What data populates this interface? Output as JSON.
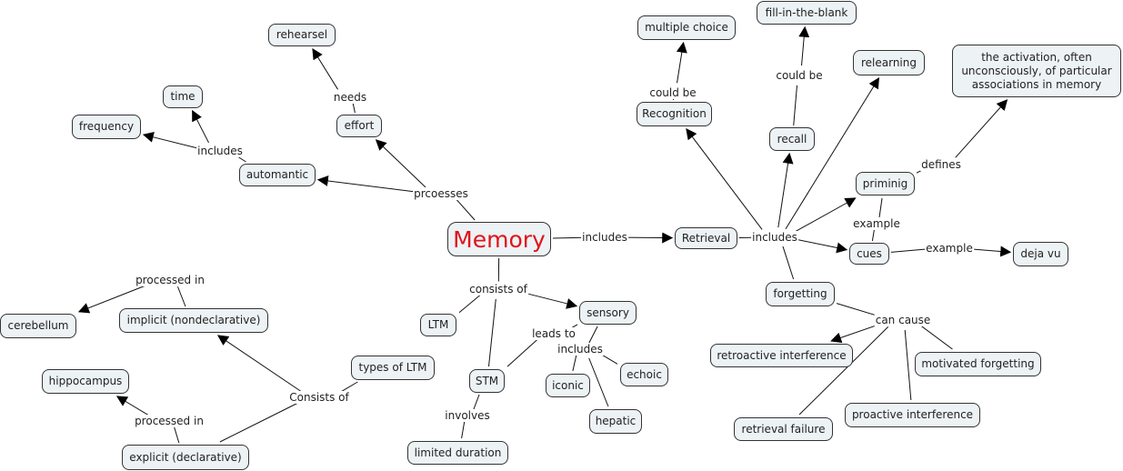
{
  "title": "Memory concept map",
  "colors": {
    "root_text": "#e0141a",
    "node_fill": "#edf2f5",
    "stroke": "#222222"
  },
  "nodes": [
    {
      "id": "memory",
      "label": "Memory",
      "root": true
    },
    {
      "id": "retrieval",
      "label": "Retrieval"
    },
    {
      "id": "automantic",
      "label": "automantic"
    },
    {
      "id": "effort",
      "label": "effort"
    },
    {
      "id": "rehearsel",
      "label": "rehearsel"
    },
    {
      "id": "time",
      "label": "time"
    },
    {
      "id": "frequency",
      "label": "frequency"
    },
    {
      "id": "multiple_choice",
      "label": "multiple choice"
    },
    {
      "id": "recognition",
      "label": "Recognition"
    },
    {
      "id": "fill_blank",
      "label": "fill-in-the-blank"
    },
    {
      "id": "recall",
      "label": "recall"
    },
    {
      "id": "relearning",
      "label": "relearning"
    },
    {
      "id": "activation",
      "label": "the activation, often unconsciously, of particular associations in memory"
    },
    {
      "id": "priminig",
      "label": "priminig"
    },
    {
      "id": "cues",
      "label": "cues"
    },
    {
      "id": "deja_vu",
      "label": "deja vu"
    },
    {
      "id": "forgetting",
      "label": "forgetting"
    },
    {
      "id": "retroactive",
      "label": "retroactive interference"
    },
    {
      "id": "motivated",
      "label": "motivated forgetting"
    },
    {
      "id": "proactive",
      "label": "proactive interference"
    },
    {
      "id": "retrieval_failure",
      "label": "retrieval failure"
    },
    {
      "id": "sensory",
      "label": "sensory"
    },
    {
      "id": "ltm",
      "label": "LTM"
    },
    {
      "id": "stm",
      "label": "STM"
    },
    {
      "id": "iconic",
      "label": "iconic"
    },
    {
      "id": "echoic",
      "label": "echoic"
    },
    {
      "id": "hepatic",
      "label": "hepatic"
    },
    {
      "id": "limited_duration",
      "label": "limited duration"
    },
    {
      "id": "types_ltm",
      "label": "types of LTM"
    },
    {
      "id": "implicit",
      "label": "implicit (nondeclarative)"
    },
    {
      "id": "explicit",
      "label": "explicit (declarative)"
    },
    {
      "id": "cerebellum",
      "label": "cerebellum"
    },
    {
      "id": "hippocampus",
      "label": "hippocampus"
    }
  ],
  "links": [
    {
      "id": "l_includes_main",
      "label": "includes",
      "from": [
        "memory"
      ],
      "to": [
        "retrieval"
      ]
    },
    {
      "id": "l_prcoesses",
      "label": "prcoesses",
      "from": [
        "memory"
      ],
      "to": [
        "automantic",
        "effort"
      ]
    },
    {
      "id": "l_needs",
      "label": "needs",
      "from": [
        "effort"
      ],
      "to": [
        "rehearsel"
      ]
    },
    {
      "id": "l_auto_includes",
      "label": "includes",
      "from": [
        "automantic"
      ],
      "to": [
        "time",
        "frequency"
      ]
    },
    {
      "id": "l_retr_includes",
      "label": "includes",
      "from": [
        "retrieval"
      ],
      "to": [
        "recognition",
        "recall",
        "relearning",
        "priminig",
        "cues",
        "forgetting"
      ]
    },
    {
      "id": "l_rec_could",
      "label": "could be",
      "from": [
        "recognition"
      ],
      "to": [
        "multiple_choice"
      ]
    },
    {
      "id": "l_recall_could",
      "label": "could be",
      "from": [
        "recall"
      ],
      "to": [
        "fill_blank"
      ]
    },
    {
      "id": "l_defines",
      "label": "defines",
      "from": [
        "priminig"
      ],
      "to": [
        "activation"
      ]
    },
    {
      "id": "l_example1",
      "label": "example",
      "from": [
        "cues"
      ],
      "to": [
        "priminig"
      ]
    },
    {
      "id": "l_example2",
      "label": "example",
      "from": [
        "cues"
      ],
      "to": [
        "deja_vu"
      ]
    },
    {
      "id": "l_can_cause",
      "label": "can cause",
      "from": [
        "forgetting"
      ],
      "to": [
        "retroactive",
        "motivated",
        "proactive",
        "retrieval_failure"
      ]
    },
    {
      "id": "l_consists",
      "label": "consists of",
      "from": [
        "memory"
      ],
      "to": [
        "sensory",
        "ltm",
        "stm"
      ]
    },
    {
      "id": "l_leads",
      "label": "leads to",
      "from": [
        "sensory"
      ],
      "to": [
        "stm"
      ]
    },
    {
      "id": "l_sens_includes",
      "label": "includes",
      "from": [
        "sensory"
      ],
      "to": [
        "iconic",
        "echoic",
        "hepatic"
      ]
    },
    {
      "id": "l_involves",
      "label": "involves",
      "from": [
        "stm"
      ],
      "to": [
        "limited_duration"
      ]
    },
    {
      "id": "l_consists_ltm",
      "label": "Consists of",
      "from": [
        "types_ltm"
      ],
      "to": [
        "implicit",
        "explicit"
      ]
    },
    {
      "id": "l_proc_impl",
      "label": "processed in",
      "from": [
        "implicit"
      ],
      "to": [
        "cerebellum"
      ]
    },
    {
      "id": "l_proc_expl",
      "label": "processed in",
      "from": [
        "explicit"
      ],
      "to": [
        "hippocampus"
      ]
    }
  ]
}
